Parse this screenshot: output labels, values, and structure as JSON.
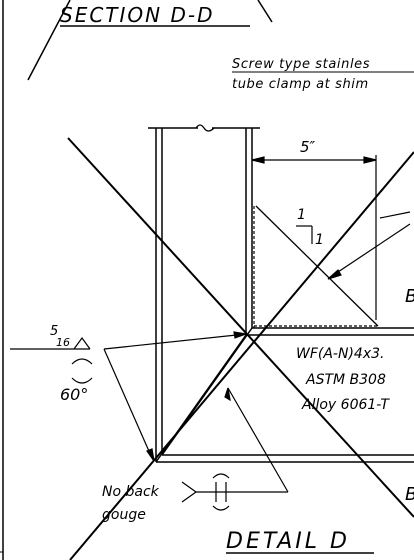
{
  "drawing": {
    "section_title": "SECTION D-D",
    "note_line1": "Screw type stainles",
    "note_line2": "tube clamp at shim",
    "dim_5": "5″",
    "slope_rise": "1",
    "slope_run": "1",
    "weld_size_num": "5",
    "weld_size_den": "16",
    "weld_angle": "60°",
    "member_line1": "WF(A-N)4x3.",
    "member_line2": "ASTM B308",
    "member_line3": "Alloy 6061-T",
    "no_back_gouge_1": "No back",
    "no_back_gouge_2": "gouge",
    "detail_title": "DETAIL D",
    "letter_b_upper": "B",
    "letter_b_lower": "B"
  }
}
